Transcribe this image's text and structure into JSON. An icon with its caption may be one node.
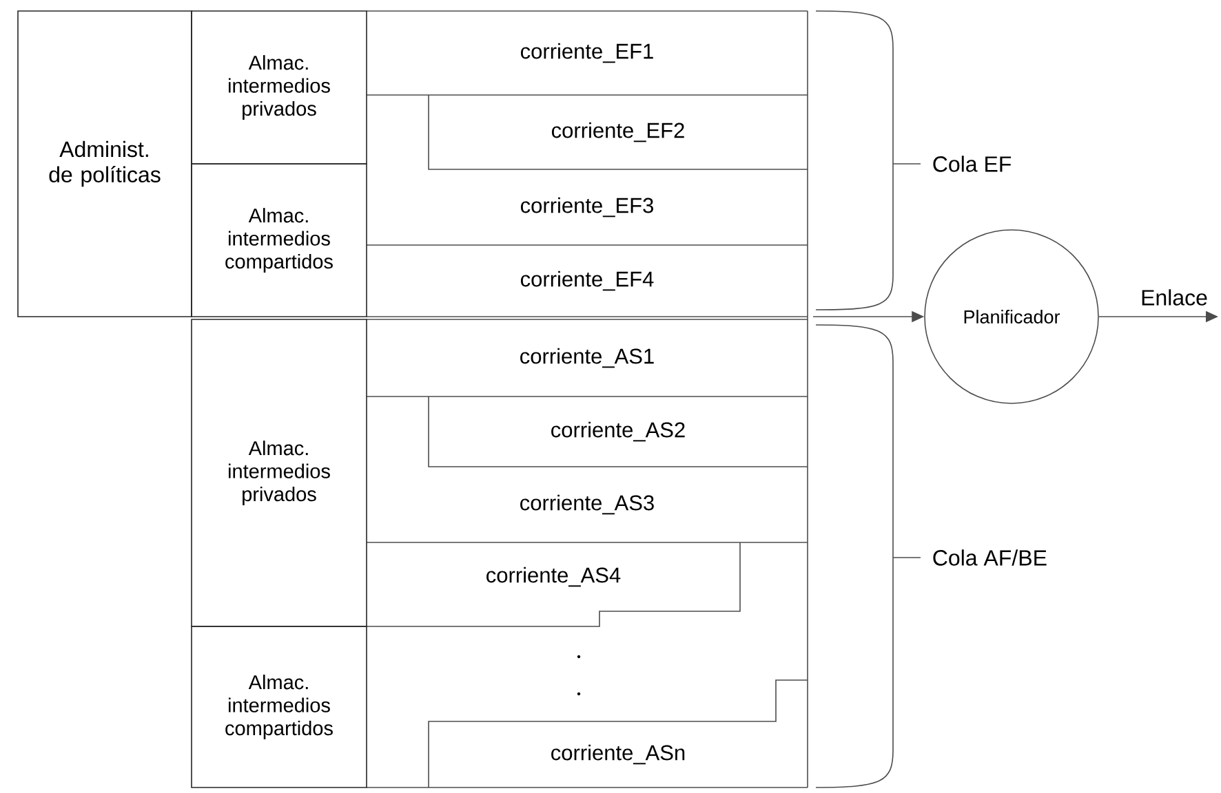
{
  "diagram": {
    "nodes": [
      {
        "text": [
          "Administ. de políticas"
        ]
      },
      {
        "text": [
          "Almac. intermedios privados"
        ]
      },
      {
        "text": [
          "Almac. intermedios compartidos"
        ]
      },
      {
        "text": [
          "corriente_EF1"
        ]
      },
      {
        "text": [
          "corriente_EF2"
        ]
      },
      {
        "text": [
          "corriente_EF3"
        ]
      },
      {
        "text": [
          "corriente_EF4"
        ]
      },
      {
        "text": [
          "Planificador"
        ]
      },
      {
        "text": [
          "Almac. intermedios privados"
        ]
      },
      {
        "text": [
          "Almac. intermedios compartidos"
        ]
      },
      {
        "text": [
          "corriente_AS1"
        ]
      },
      {
        "text": [
          "corriente_AS2"
        ]
      },
      {
        "text": [
          "corriente_AS3"
        ]
      },
      {
        "text": [
          "corriente_AS4"
        ]
      },
      {
        "text": [
          "corriente_ASn"
        ]
      }
    ],
    "edges": [
      {
        "from": null,
        "to": 7,
        "arrow": "to"
      },
      {
        "from": 7,
        "to": null,
        "arrow": "to",
        "label": "Enlace"
      }
    ],
    "labels": [
      "Cola EF",
      "Cola AF/BE"
    ]
  }
}
